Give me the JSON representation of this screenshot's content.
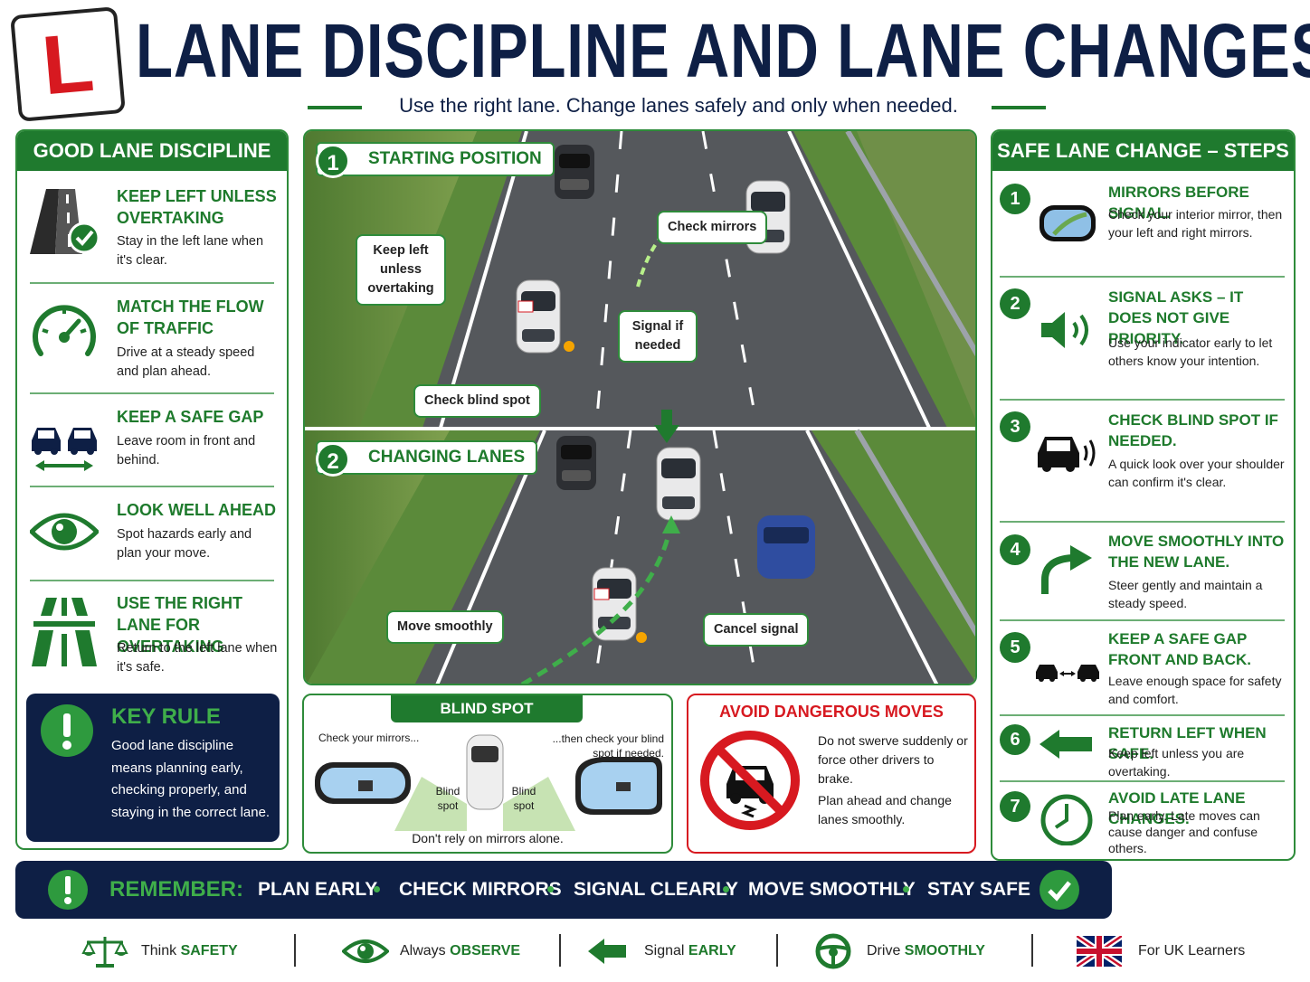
{
  "header": {
    "plate_letter": "L",
    "title": "LANE DISCIPLINE AND LANE CHANGES",
    "subtitle": "Use the right lane. Change lanes safely and only when needed."
  },
  "colors": {
    "green": "#1f7a2e",
    "navy": "#0e1f45",
    "red": "#d71920",
    "road": "#55585c",
    "grass": "#5f8a3c"
  },
  "left_panel": {
    "title": "GOOD LANE DISCIPLINE",
    "items": [
      {
        "icon": "road-check-icon",
        "title": "KEEP LEFT UNLESS OVERTAKING",
        "text": "Stay in the left lane when it's clear."
      },
      {
        "icon": "speedometer-icon",
        "title": "MATCH THE FLOW OF TRAFFIC",
        "text": "Drive at a steady speed and plan ahead."
      },
      {
        "icon": "two-cars-gap-icon",
        "title": "KEEP A SAFE GAP",
        "text": "Leave room in front and behind."
      },
      {
        "icon": "eye-icon",
        "title": "LOOK WELL AHEAD",
        "text": "Spot hazards early and plan your move."
      },
      {
        "icon": "motorway-icon",
        "title": "USE THE RIGHT LANE FOR OVERTAKING",
        "text": "Return to the left lane when it's safe."
      }
    ],
    "key_rule": {
      "icon": "exclamation-icon",
      "title": "KEY RULE",
      "text": "Good lane discipline means planning early, checking properly, and staying in the correct lane."
    }
  },
  "scene": {
    "stage1": {
      "num": "1",
      "label": "STARTING POSITION"
    },
    "stage2": {
      "num": "2",
      "label": "CHANGING LANES"
    },
    "callouts": {
      "check_mirrors": "Check mirrors",
      "keep_left": "Keep left unless overtaking",
      "signal": "Signal if needed",
      "blind_spot": "Check blind spot",
      "move_smoothly": "Move smoothly",
      "cancel_signal": "Cancel signal"
    }
  },
  "blind_spot": {
    "title": "BLIND SPOT AWARENESS",
    "left_caption": "Check your mirrors...",
    "right_caption": "...then check your blind spot if needed.",
    "zone_label": "Blind spot",
    "bottom": "Don't rely on mirrors alone."
  },
  "avoid": {
    "title": "AVOID DANGEROUS MOVES",
    "text1": "Do not swerve suddenly or force other drivers to brake.",
    "text2": "Plan ahead and change lanes smoothly."
  },
  "right_panel": {
    "title": "SAFE LANE CHANGE – STEPS",
    "steps": [
      {
        "num": "1",
        "icon": "mirror-icon",
        "title": "MIRRORS BEFORE SIGNAL.",
        "text": "Check your interior mirror, then your left and right mirrors."
      },
      {
        "num": "2",
        "icon": "indicator-sound-icon",
        "title": "SIGNAL ASKS – IT DOES NOT GIVE PRIORITY.",
        "text": "Use your indicator early to let others know your intention."
      },
      {
        "num": "3",
        "icon": "car-blind-spot-icon",
        "title": "CHECK BLIND SPOT IF NEEDED.",
        "text": "A quick look over your shoulder can confirm it's clear."
      },
      {
        "num": "4",
        "icon": "curved-arrow-icon",
        "title": "MOVE SMOOTHLY INTO THE NEW LANE.",
        "text": "Steer gently and maintain a steady speed."
      },
      {
        "num": "5",
        "icon": "cars-gap-icon",
        "title": "KEEP A SAFE GAP FRONT AND BACK.",
        "text": "Leave enough space for safety and comfort."
      },
      {
        "num": "6",
        "icon": "left-arrow-icon",
        "title": "RETURN LEFT WHEN SAFE.",
        "text": "Keep left unless you are overtaking."
      },
      {
        "num": "7",
        "icon": "clock-icon",
        "title": "AVOID LATE LANE CHANGES.",
        "text": "Plan early. Late moves can cause danger and confuse others."
      }
    ]
  },
  "remember": {
    "label": "REMEMBER:",
    "words": [
      "PLAN EARLY",
      "CHECK MIRRORS",
      "SIGNAL CLEARLY",
      "MOVE SMOOTHLY",
      "STAY SAFE"
    ]
  },
  "footer": [
    {
      "icon": "scales-icon",
      "pre": "Think ",
      "em": "SAFETY"
    },
    {
      "icon": "eye-icon",
      "pre": "Always ",
      "em": "OBSERVE"
    },
    {
      "icon": "left-arrow-icon",
      "pre": "Signal ",
      "em": "EARLY"
    },
    {
      "icon": "steering-wheel-icon",
      "pre": "Drive ",
      "em": "SMOOTHLY"
    },
    {
      "icon": "union-flag-icon",
      "pre": "For UK Learners",
      "em": ""
    }
  ]
}
